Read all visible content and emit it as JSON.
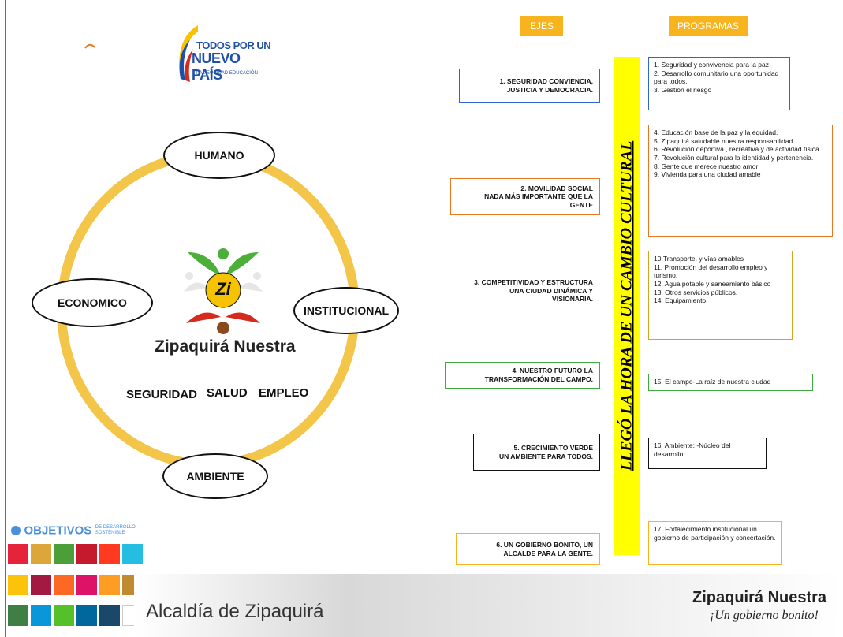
{
  "headers": {
    "ejes": "EJES",
    "programas": "PROGRAMAS"
  },
  "logos": {
    "todos_line1": "TODOS POR UN",
    "todos_line2": "NUEVO PAÍS",
    "todos_line3": "PAZ EQUIDAD EDUCACIÓN",
    "center_logo_letters": "Zi",
    "center_title": "Zipaquirá Nuestra",
    "ods_title": "OBJETIVOS",
    "ods_subtitle_line1": "DE DESARROLLO",
    "ods_subtitle_line2": "SOSTENIBLE",
    "footer_left": "Alcaldía de Zipaquirá",
    "footer_right_title": "Zipaquirá Nuestra",
    "footer_right_slogan": "¡Un gobierno bonito!"
  },
  "cycle": {
    "top": "HUMANO",
    "right": "INSTITUCIONAL",
    "bottom": "AMBIENTE",
    "left": "ECONOMICO",
    "center_words": [
      "SEGURIDAD",
      "SALUD",
      "EMPLEO"
    ]
  },
  "banner": {
    "text": "LLEGÓ LA HORA DE  UN CAMBIO CULTURAL"
  },
  "ejes": [
    {
      "text": "1. SEGURIDAD CONVIENCIA,\nJUSTICIA Y DEMOCRACIA.",
      "color": "#2f63d6"
    },
    {
      "text": "2. MOVILIDAD SOCIAL\nNADA MÁS IMPORTANTE QUE LA\nGENTE",
      "color": "#e87722"
    },
    {
      "text": "3. COMPETITIVIDAD Y ESTRUCTURA\nUNA CIUDAD DINÁMICA Y\nVISIONARIA.",
      "color": "#ffffff"
    },
    {
      "text": "4. NUESTRO FUTURO LA\nTRANSFORMACIÓN DEL CAMPO.",
      "color": "#3faa3f"
    },
    {
      "text": "5. CRECIMIENTO  VERDE\nUN AMBIENTE PARA TODOS.",
      "color": "#111111"
    },
    {
      "text": "6. UN GOBIERNO BONITO, UN\nALCALDE PARA LA GENTE.",
      "color": "#f7b41e"
    }
  ],
  "programas": [
    {
      "lines": [
        "1. Seguridad y convivencia  para la paz",
        "2. Desarrollo comunitario una oportunidad  para todos.",
        "3. Gestión  el riesgo"
      ],
      "color": "#2f63d6"
    },
    {
      "lines": [
        "4. Educación  base de la paz  y la equidad.",
        "5. Zipaquirá saludable   nuestra responsabilidad",
        "6. Revolución deportiva  , recreativa y de actividad física.",
        "7. Revolución cultural para la identidad  y pertenencia.",
        "8. Gente que merece nuestro amor",
        "9. Vivienda  para una ciudad amable"
      ],
      "color": "#e87722"
    },
    {
      "lines": [
        "10.Transporte.  y vías amables",
        "11. Promoción del desarrollo empleo y turismo.",
        "12. Agua potable y saneamiento básico",
        "13. Otros servicios públicos.",
        "14. Equipamiento."
      ],
      "color": "#d9a521"
    },
    {
      "lines": [
        "15. El campo-La raíz de nuestra ciudad"
      ],
      "color": "#3faa3f"
    },
    {
      "lines": [
        "16. Ambiente: -Núcleo del desarrollo."
      ],
      "color": "#111111"
    },
    {
      "lines": [
        "17. Fortalecimiento institucional un gobierno de participación  y concertación."
      ],
      "color": "#f7b41e"
    }
  ],
  "sdg_colors": [
    "#e5243b",
    "#dda63a",
    "#4c9f38",
    "#c5192d",
    "#ff3a21",
    "#26bde2",
    "#fcc30b",
    "#a21942",
    "#fd6925",
    "#dd1367",
    "#fd9d24",
    "#bf8b2e",
    "#3f7e44",
    "#0a97d9",
    "#56c02b",
    "#00689d",
    "#19486a",
    "#ffffff"
  ],
  "colors": {
    "ring": "#f3c548",
    "banner": "#ffff00",
    "accent": "#f7b41e"
  }
}
